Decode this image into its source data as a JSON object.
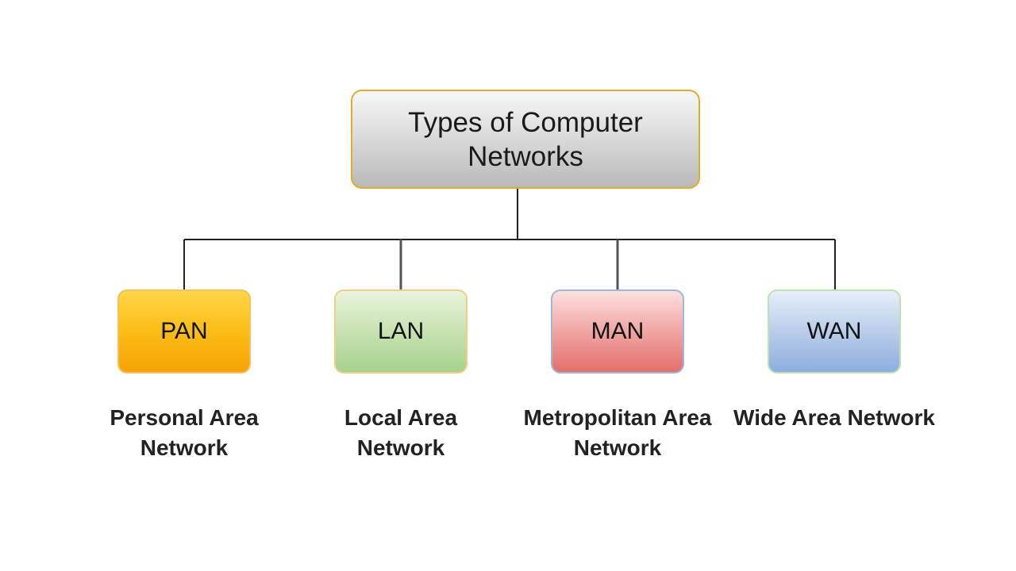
{
  "root": {
    "title": "Types of Computer Networks"
  },
  "nodes": [
    {
      "abbr": "PAN",
      "description": "Personal Area Network",
      "color": "#fbbd14"
    },
    {
      "abbr": "LAN",
      "description": "Local Area Network",
      "color": "#c8e2b1"
    },
    {
      "abbr": "MAN",
      "description": "Metropolitan Area Network",
      "color": "#f0a5a3"
    },
    {
      "abbr": "WAN",
      "description": "Wide Area Network",
      "color": "#bacde9"
    }
  ],
  "root_border_color": "#e0ad2a",
  "connector_color": "#222222"
}
